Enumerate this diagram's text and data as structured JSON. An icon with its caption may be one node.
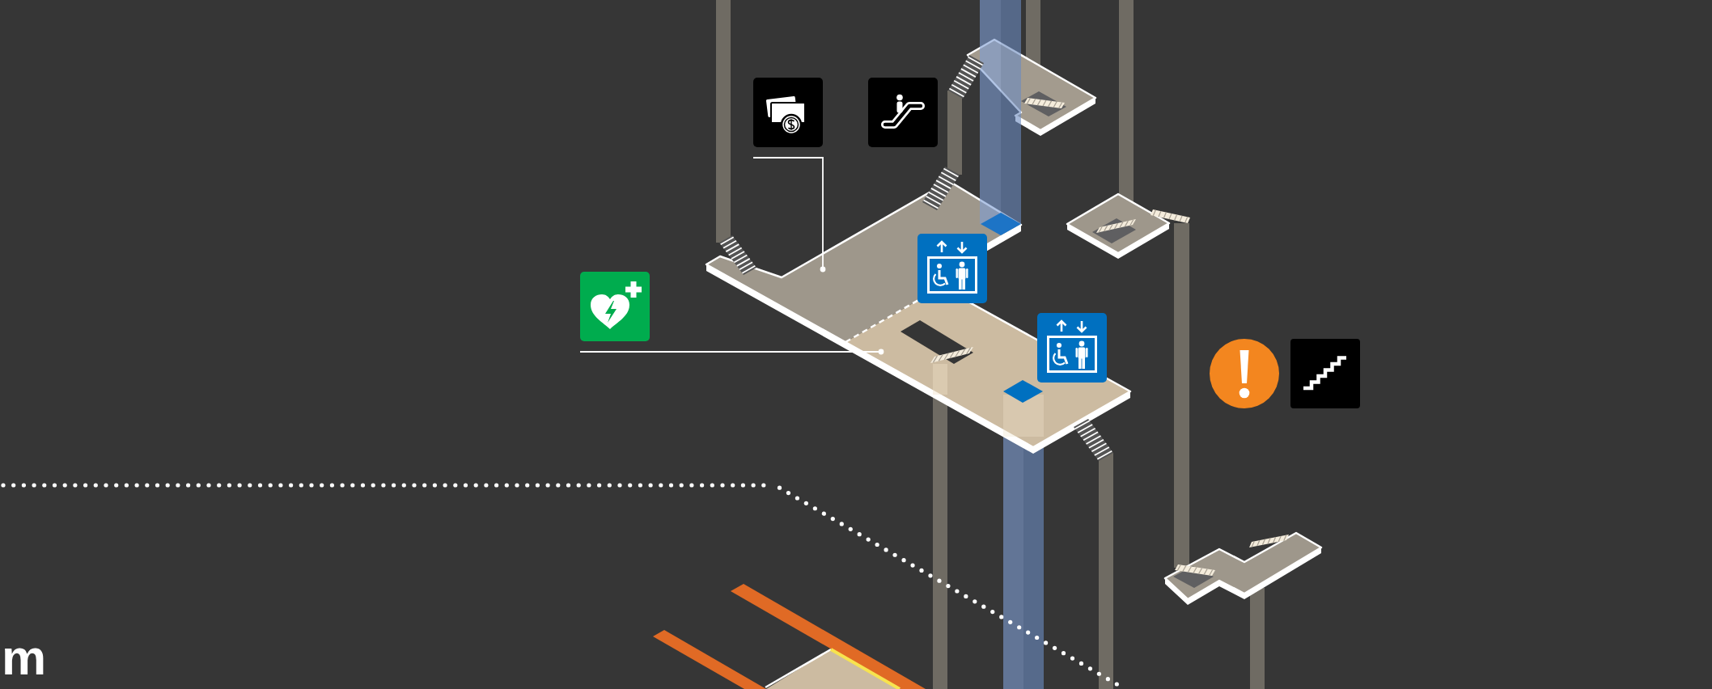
{
  "diagram": {
    "nodes": [
      {
        "text": [],
        "shape": "picture"
      },
      {
        "text": [],
        "shape": "picture"
      }
    ],
    "edges": [
      {
        "from": 0,
        "to": null,
        "arrow": "other"
      },
      {
        "from": 1,
        "to": null,
        "arrow": "other"
      }
    ],
    "labels": [
      "m"
    ]
  }
}
